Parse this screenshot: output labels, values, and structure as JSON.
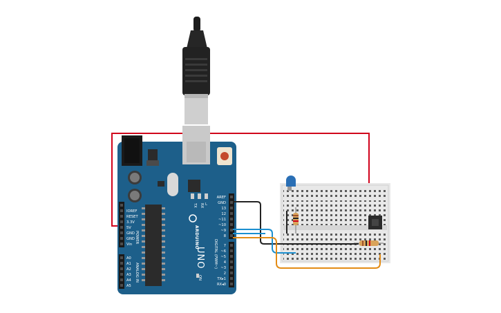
{
  "board": {
    "brand_text": "ARDUINO",
    "model_text": "UNO",
    "on_label": "ON",
    "tx_label": "TX",
    "rx_label": "RX",
    "l_label": "L",
    "power_section_label": "POWER",
    "analog_section_label": "ANALOG IN",
    "digital_section_label": "DIGITAL (PWM~)",
    "power_pins": [
      "IOREF",
      "RESET",
      "3.3V",
      "5V",
      "GND",
      "GND",
      "Vin"
    ],
    "analog_pins": [
      "A0",
      "A1",
      "A2",
      "A3",
      "A4",
      "A5"
    ],
    "digital_pins_top": [
      "AREF",
      "GND",
      "13",
      "12",
      "~11",
      "~10",
      "~9",
      "8"
    ],
    "digital_pins_bottom": [
      "7",
      "~6",
      "~5",
      "4",
      "~3",
      "2",
      "TX▸1",
      "RX◂0"
    ]
  },
  "colors": {
    "board_blue": "#1d5f8a",
    "wire_red": "#d0021b",
    "wire_black": "#222222",
    "wire_blue": "#1a8fd0",
    "wire_orange": "#e38b14",
    "led_blue": "#2a6fb5",
    "breadboard": "#e8e8e8"
  }
}
